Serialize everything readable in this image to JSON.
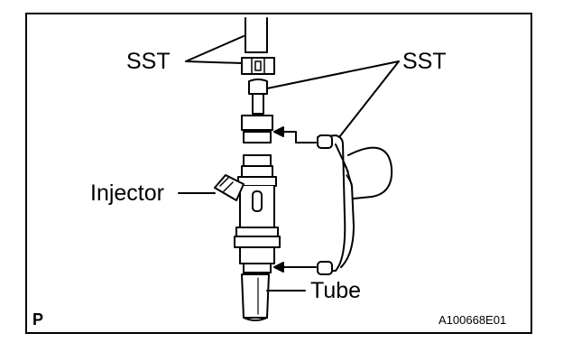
{
  "labels": {
    "sst_left": "SST",
    "sst_right": "SST",
    "injector": "Injector",
    "tube": "Tube"
  },
  "corner_mark": "P",
  "figure_id": "A100668E01"
}
